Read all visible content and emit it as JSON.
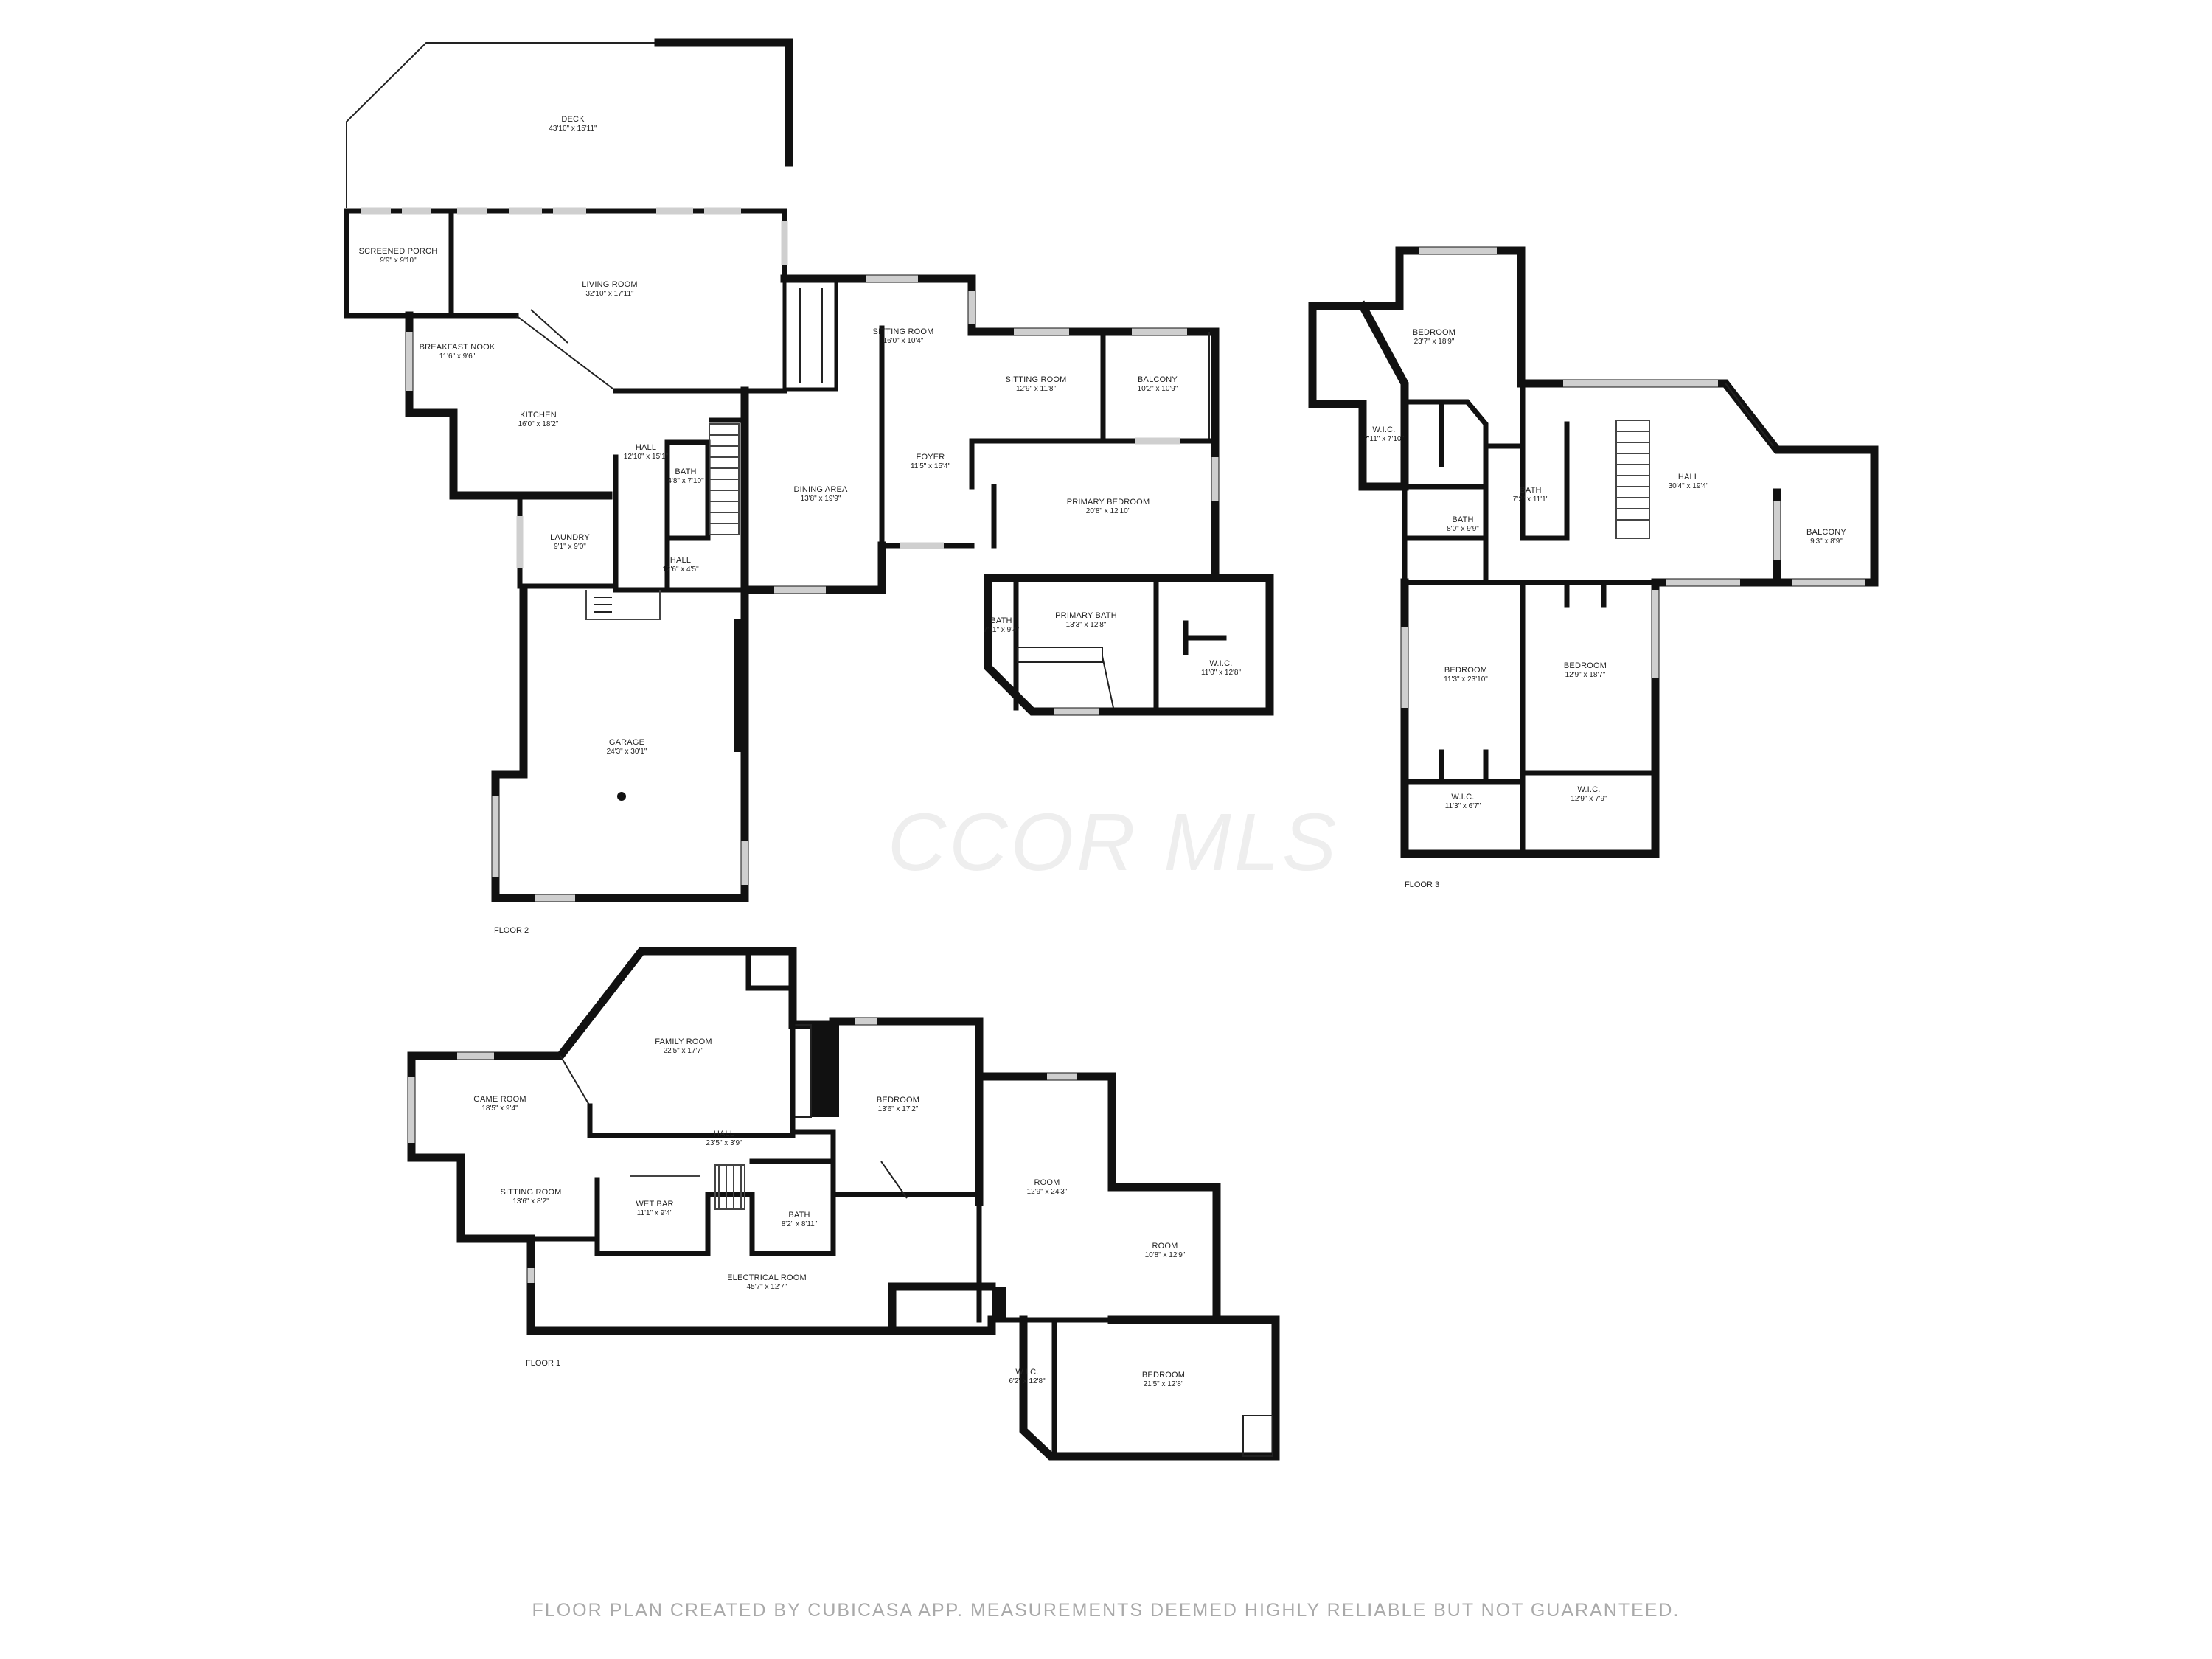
{
  "watermark": "CCOR MLS",
  "footer": "FLOOR PLAN CREATED BY CUBICASA APP. MEASUREMENTS DEEMED HIGHLY RELIABLE BUT NOT GUARANTEED.",
  "floor_labels": {
    "floor2": "FLOOR 2",
    "floor3": "FLOOR 3",
    "floor1": "FLOOR 1"
  },
  "rooms": {
    "deck": {
      "name": "DECK",
      "dim": "43'10\" x 15'11\""
    },
    "screened_porch": {
      "name": "SCREENED PORCH",
      "dim": "9'9\" x 9'10\""
    },
    "living_room": {
      "name": "LIVING ROOM",
      "dim": "32'10\" x 17'11\""
    },
    "breakfast_nook": {
      "name": "BREAKFAST NOOK",
      "dim": "11'6\" x 9'6\""
    },
    "kitchen": {
      "name": "KITCHEN",
      "dim": "16'0\" x 18'2\""
    },
    "hall_f2a": {
      "name": "HALL",
      "dim": "12'10\" x 15'1\""
    },
    "bath_f2a": {
      "name": "BATH",
      "dim": "4'8\" x 7'10\""
    },
    "laundry": {
      "name": "LAUNDRY",
      "dim": "9'1\" x 9'0\""
    },
    "hall_f2b": {
      "name": "HALL",
      "dim": "12'6\" x 4'5\""
    },
    "garage": {
      "name": "GARAGE",
      "dim": "24'3\" x 30'1\""
    },
    "sitting_room_f2a": {
      "name": "SITTING ROOM",
      "dim": "16'0\" x 10'4\""
    },
    "dining_area": {
      "name": "DINING AREA",
      "dim": "13'8\" x 19'9\""
    },
    "foyer": {
      "name": "FOYER",
      "dim": "11'5\" x 15'4\""
    },
    "sitting_room_f2b": {
      "name": "SITTING ROOM",
      "dim": "12'9\" x 11'8\""
    },
    "balcony_f2": {
      "name": "BALCONY",
      "dim": "10'2\" x 10'9\""
    },
    "primary_bedroom": {
      "name": "PRIMARY BEDROOM",
      "dim": "20'8\" x 12'10\""
    },
    "bath_f2b": {
      "name": "BATH",
      "dim": "7'11\" x 9'4\""
    },
    "primary_bath": {
      "name": "PRIMARY BATH",
      "dim": "13'3\" x 12'8\""
    },
    "wic_f2": {
      "name": "W.I.C.",
      "dim": "11'0\" x 12'8\""
    },
    "bedroom_f3a": {
      "name": "BEDROOM",
      "dim": "23'7\" x 18'9\""
    },
    "wic_f3a": {
      "name": "W.I.C.",
      "dim": "7'11\" x 7'10\""
    },
    "bath_f3a": {
      "name": "BATH",
      "dim": "7'2\" x 11'1\""
    },
    "bath_f3b": {
      "name": "BATH",
      "dim": "8'0\" x 9'9\""
    },
    "hall_f3": {
      "name": "HALL",
      "dim": "30'4\" x 19'4\""
    },
    "balcony_f3": {
      "name": "BALCONY",
      "dim": "9'3\" x 8'9\""
    },
    "bedroom_f3b": {
      "name": "BEDROOM",
      "dim": "11'3\" x 23'10\""
    },
    "bedroom_f3c": {
      "name": "BEDROOM",
      "dim": "12'9\" x 18'7\""
    },
    "wic_f3b": {
      "name": "W.I.C.",
      "dim": "11'3\" x 6'7\""
    },
    "wic_f3c": {
      "name": "W.I.C.",
      "dim": "12'9\" x 7'9\""
    },
    "family_room": {
      "name": "FAMILY ROOM",
      "dim": "22'5\" x 17'7\""
    },
    "game_room": {
      "name": "GAME ROOM",
      "dim": "18'5\" x 9'4\""
    },
    "hall_f1": {
      "name": "HALL",
      "dim": "23'5\" x 3'9\""
    },
    "sitting_room_f1": {
      "name": "SITTING ROOM",
      "dim": "13'6\" x 8'2\""
    },
    "wet_bar": {
      "name": "WET BAR",
      "dim": "11'1\" x 9'4\""
    },
    "bath_f1": {
      "name": "BATH",
      "dim": "8'2\" x 8'11\""
    },
    "bedroom_f1a": {
      "name": "BEDROOM",
      "dim": "13'6\" x 17'2\""
    },
    "room_f1a": {
      "name": "ROOM",
      "dim": "12'9\" x 24'3\""
    },
    "room_f1b": {
      "name": "ROOM",
      "dim": "10'8\" x 12'9\""
    },
    "electrical_room": {
      "name": "ELECTRICAL ROOM",
      "dim": "45'7\" x 12'7\""
    },
    "wic_f1": {
      "name": "W.I.C.",
      "dim": "6'2\" x 12'8\""
    },
    "bedroom_f1b": {
      "name": "BEDROOM",
      "dim": "21'5\" x 12'8\""
    }
  }
}
